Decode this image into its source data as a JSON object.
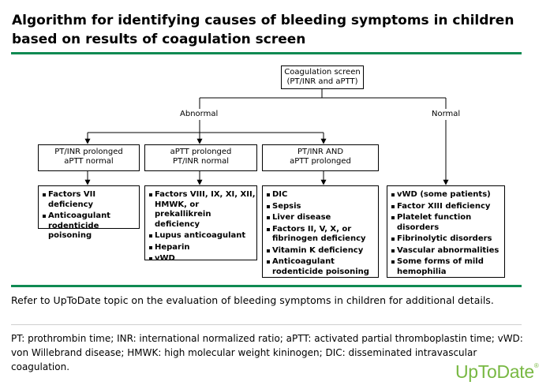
{
  "title": "Algorithm for identifying causes of bleeding symptoms in children based on results of coagulation screen",
  "root": {
    "line1": "Coagulation screen",
    "line2": "(PT/INR and aPTT)"
  },
  "branches": {
    "abnormal": "Abnormal",
    "normal": "Normal"
  },
  "categories": [
    {
      "line1": "PT/INR prolonged",
      "line2": "aPTT normal",
      "items": [
        "Factors VII deficiency",
        "Anticoagulant rodenticide poisoning"
      ]
    },
    {
      "line1": "aPTT prolonged",
      "line2": "PT/INR normal",
      "items": [
        "Factors VIII, IX, XI, XII, HMWK, or prekallikrein deficiency",
        "Lupus anticoagulant",
        "Heparin",
        "vWD"
      ]
    },
    {
      "line1": "PT/INR AND",
      "line2": "aPTT prolonged",
      "items": [
        "DIC",
        "Sepsis",
        "Liver disease",
        "Factors II, V, X, or fibrinogen deficiency",
        "Vitamin K deficiency",
        "Anticoagulant rodenticide poisoning"
      ]
    }
  ],
  "normal_items": [
    "vWD (some patients)",
    "Factor XIII deficiency",
    "Platelet function disorders",
    "Fibrinolytic disorders",
    "Vascular abnormalities",
    "Some forms of mild hemophilia"
  ],
  "note": "Refer to UpToDate topic on the evaluation of bleeding symptoms in children for additional details.",
  "abbreviations": "PT: prothrombin time; INR: international normalized ratio; aPTT: activated partial thromboplastin time; vWD: von Willebrand disease; HMWK: high molecular weight kininogen; DIC: disseminated intravascular coagulation.",
  "logo": {
    "text": "UpToDate",
    "mark": "®"
  },
  "colors": {
    "rule": "#0f8a52",
    "logo": "#78b843"
  }
}
